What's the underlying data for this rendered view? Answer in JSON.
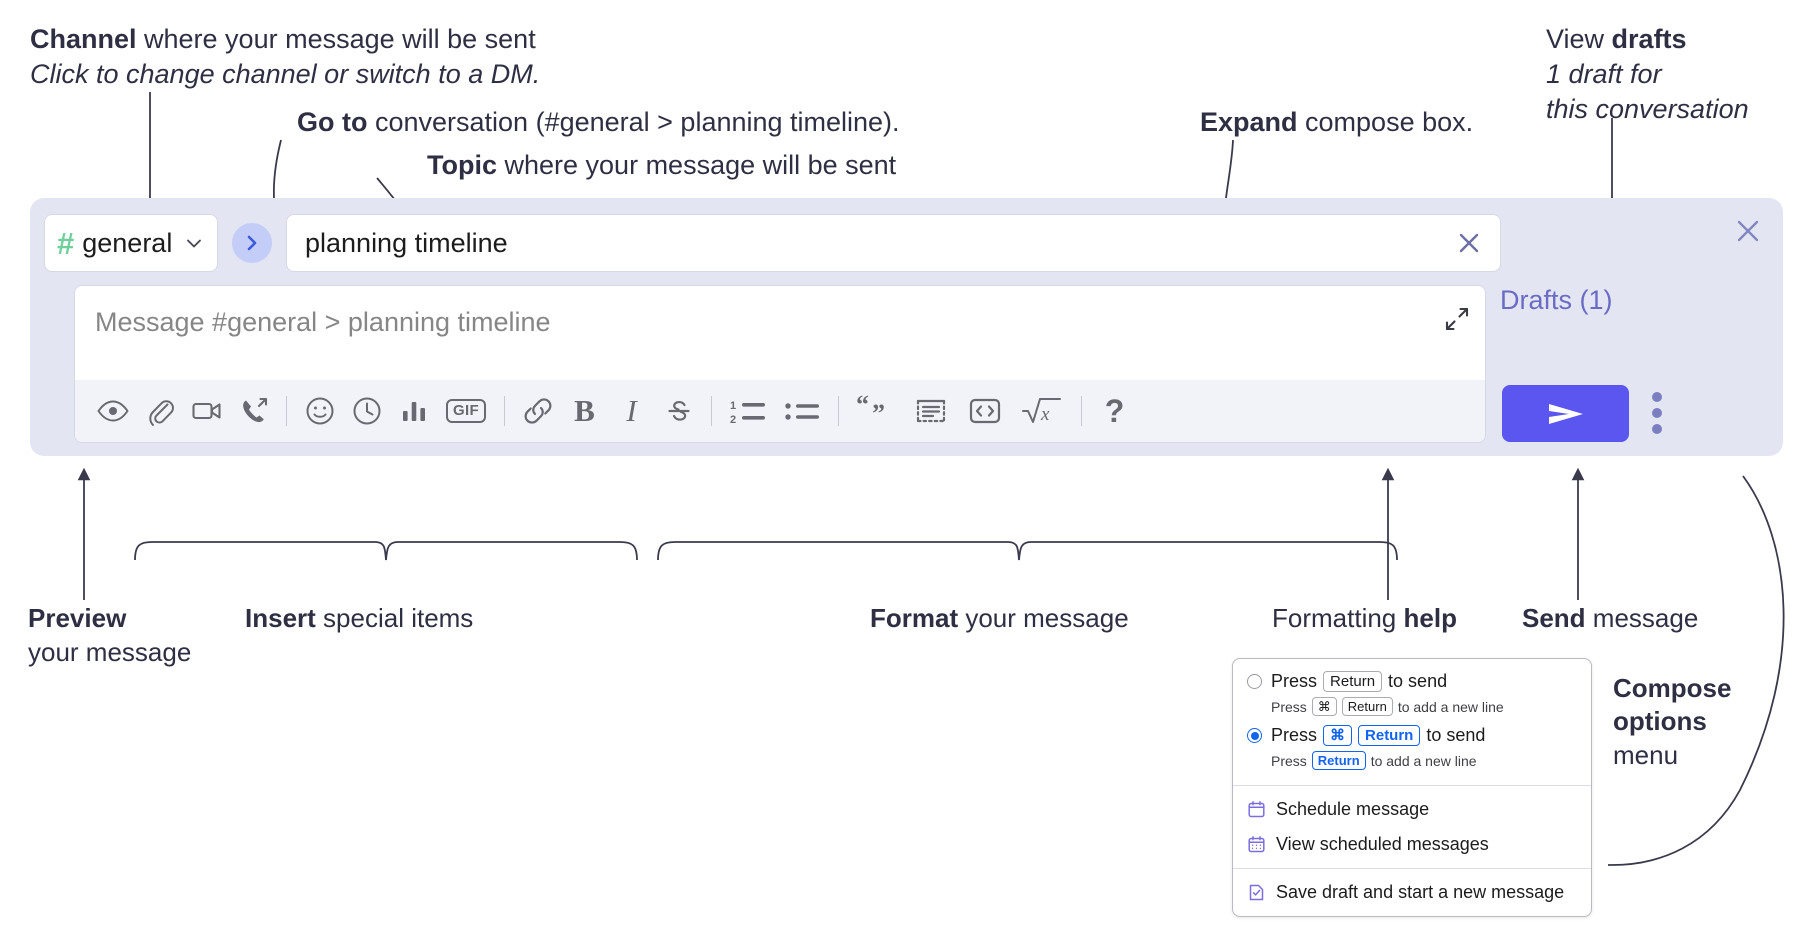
{
  "annotations": {
    "channel": {
      "bold": "Channel",
      "rest": " where your message will be sent",
      "italic": "Click to change channel or switch to a DM."
    },
    "goto": {
      "bold": "Go to",
      "rest": " conversation (#general > planning timeline)."
    },
    "topic": {
      "bold": "Topic",
      "rest": " where your message will be sent"
    },
    "expand": {
      "bold": "Expand",
      "rest": " compose box."
    },
    "drafts": {
      "pre": "View ",
      "bold": "drafts",
      "italic_1": "1 draft for",
      "italic_2": "this conversation"
    },
    "preview": {
      "bold": "Preview",
      "rest": "your message"
    },
    "insert": {
      "bold": "Insert",
      "rest": " special items"
    },
    "format": {
      "bold": "Format",
      "rest": " your message"
    },
    "help": {
      "pre": "Formatting ",
      "bold": "help"
    },
    "send": {
      "bold": "Send",
      "rest": " message"
    },
    "compose_options": {
      "bold_1": "Compose",
      "bold_2": "options",
      "rest": "menu"
    }
  },
  "compose": {
    "channel_name": "general",
    "channel_hash": "#",
    "topic_value": "planning timeline",
    "message_placeholder": "Message #general > planning timeline",
    "drafts_label": "Drafts (1)",
    "toolbar": [
      {
        "name": "preview-icon",
        "label": "Preview"
      },
      {
        "name": "attachment-icon",
        "label": "Attach file"
      },
      {
        "name": "video-icon",
        "label": "Record video clip"
      },
      {
        "name": "huddle-call-icon",
        "label": "Start call"
      },
      {
        "name": "separator",
        "label": ""
      },
      {
        "name": "emoji-icon",
        "label": "Emoji"
      },
      {
        "name": "clock-icon",
        "label": "Reminder"
      },
      {
        "name": "poll-icon",
        "label": "Poll"
      },
      {
        "name": "gif-icon",
        "label": "GIF"
      },
      {
        "name": "separator",
        "label": ""
      },
      {
        "name": "link-icon",
        "label": "Link"
      },
      {
        "name": "bold-icon",
        "label": "B"
      },
      {
        "name": "italic-icon",
        "label": "I"
      },
      {
        "name": "strikethrough-icon",
        "label": "Strikethrough"
      },
      {
        "name": "separator",
        "label": ""
      },
      {
        "name": "ordered-list-icon",
        "label": "Ordered list"
      },
      {
        "name": "bulleted-list-icon",
        "label": "Bulleted list"
      },
      {
        "name": "separator",
        "label": ""
      },
      {
        "name": "blockquote-icon",
        "label": "Blockquote"
      },
      {
        "name": "code-block-icon",
        "label": "Code block"
      },
      {
        "name": "inline-code-icon",
        "label": "Code"
      },
      {
        "name": "math-icon",
        "label": "Math"
      },
      {
        "name": "separator",
        "label": ""
      },
      {
        "name": "help-icon",
        "label": "?"
      }
    ]
  },
  "options_menu": {
    "option_1": {
      "main_pre": "Press",
      "main_key": "Return",
      "main_post": "to send",
      "sub_pre": "Press",
      "sub_key_1": "⌘",
      "sub_key_2": "Return",
      "sub_post": "to add a new line",
      "selected": false
    },
    "option_2": {
      "main_pre": "Press",
      "main_key_1": "⌘",
      "main_key_2": "Return",
      "main_post": "to send",
      "sub_pre": "Press",
      "sub_key": "Return",
      "sub_post": "to add a new line",
      "selected": true
    },
    "items": [
      {
        "icon": "calendar-icon",
        "label": "Schedule message"
      },
      {
        "icon": "calendar-grid-icon",
        "label": "View scheduled messages"
      },
      {
        "icon": "save-draft-icon",
        "label": "Save draft and start a new message"
      }
    ]
  },
  "colors": {
    "panel_bg": "#e3e5f2",
    "hash_green": "#6fd09a",
    "send_violet": "#5b56f0",
    "drafts_purple": "#6a6bc4",
    "goto_circle": "#c3cdf7",
    "accent_blue": "#1264f0",
    "menu_icon_purple": "#7b6fe0"
  }
}
